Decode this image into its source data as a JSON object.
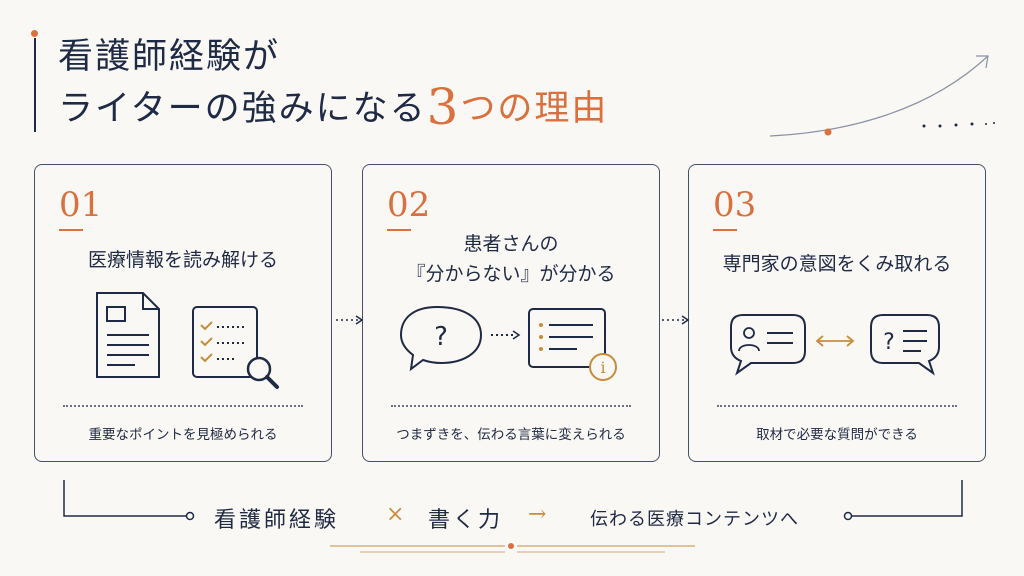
{
  "title": {
    "line1": "看護師経験が",
    "line2_pre": "ライターの強みになる",
    "line2_num": "3",
    "line2_post": "つの理由"
  },
  "cards": [
    {
      "num": "01",
      "heading": [
        "医療情報を読み解ける"
      ],
      "footer": "重要なポイントを見極められる"
    },
    {
      "num": "02",
      "heading": [
        "患者さんの",
        "『分からない』が分かる"
      ],
      "footer": "つまずきを、伝わる言葉に変えられる"
    },
    {
      "num": "03",
      "heading": [
        "専門家の意図をくみ取れる"
      ],
      "footer": "取材で必要な質問ができる"
    }
  ],
  "bottom": {
    "left": "看護師経験",
    "times": "×",
    "middle": "書く力",
    "arrow": "→",
    "right": "伝わる医療コンテンツへ"
  },
  "colors": {
    "navy": "#1f2a44",
    "accent": "#d9703e",
    "background": "#faf8f4"
  }
}
